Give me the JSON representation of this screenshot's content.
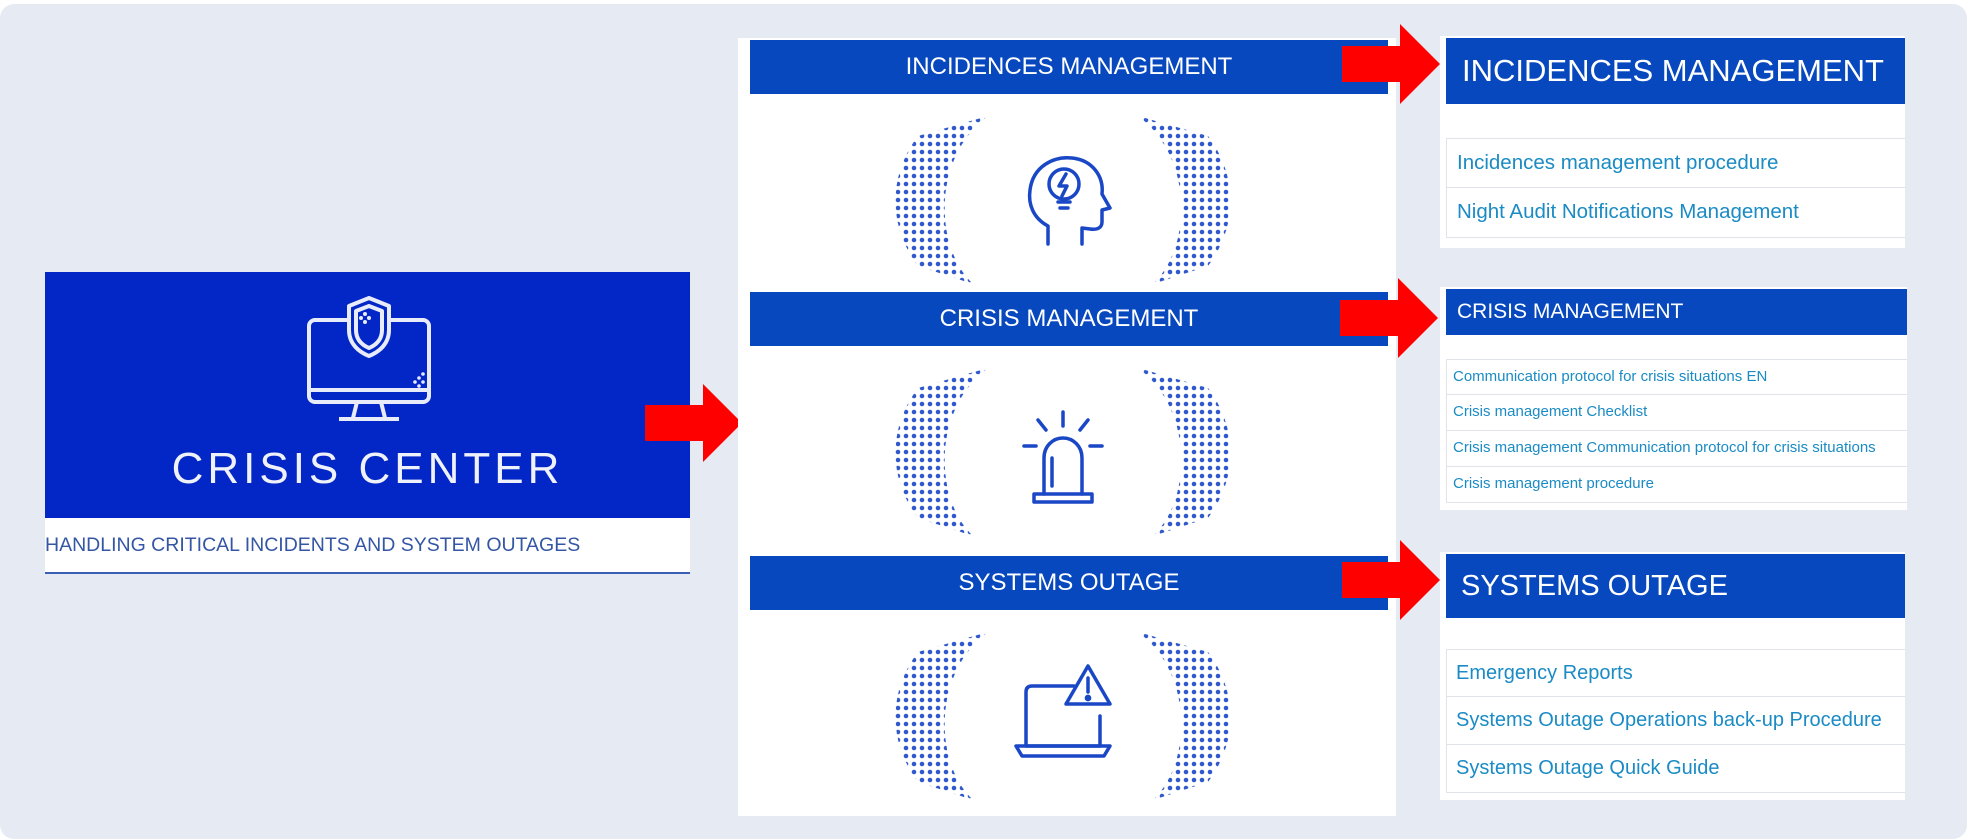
{
  "hero": {
    "title": "CRISIS CENTER",
    "subtitle": "HANDLING CRITICAL INCIDENTS AND SYSTEM OUTAGES",
    "icon": "monitor-shield-icon",
    "color": "#0327c7"
  },
  "sections": [
    {
      "title": "INCIDENCES MANAGEMENT",
      "icon": "head-lightbulb-icon",
      "panel_title": "INCIDENCES MANAGEMENT",
      "links": [
        "Incidences management procedure",
        "Night Audit Notifications Management"
      ]
    },
    {
      "title": "CRISIS MANAGEMENT",
      "icon": "siren-icon",
      "panel_title": "CRISIS MANAGEMENT",
      "links": [
        "Communication protocol for crisis situations EN",
        "Crisis management Checklist",
        "Crisis management Communication protocol for crisis situations",
        "Crisis management procedure"
      ]
    },
    {
      "title": "SYSTEMS OUTAGE",
      "icon": "laptop-warning-icon",
      "panel_title": "SYSTEMS OUTAGE",
      "links": [
        "Emergency Reports",
        "Systems Outage Operations back-up Procedure",
        "Systems Outage Quick Guide"
      ]
    }
  ],
  "colors": {
    "background": "#e6ebf3",
    "bar_blue": "#0748be",
    "arrow_red": "#ff0000",
    "link_blue": "#1a8bc4"
  }
}
